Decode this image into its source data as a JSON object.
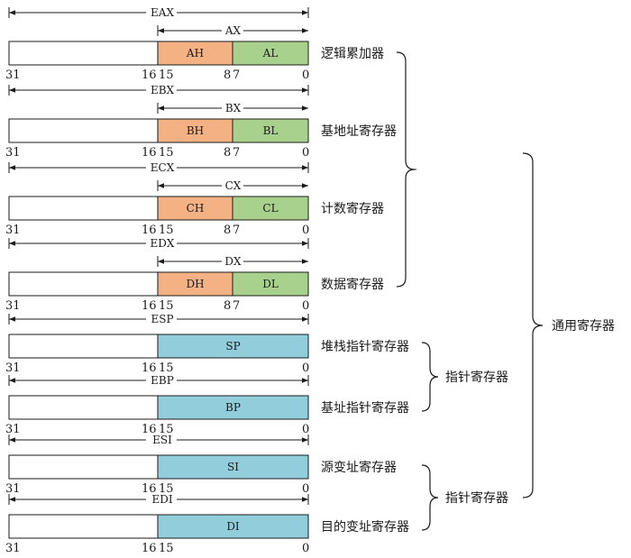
{
  "colors": {
    "high_byte": "#f4b183",
    "low_byte": "#a9d18e",
    "pointer": "#92cddc",
    "upper_word": "#ffffff",
    "stroke": "#1a1a1a"
  },
  "bit_labels": {
    "b31": "31",
    "b16": "16",
    "b15": "15",
    "b8": "8",
    "b7": "7",
    "b0": "0"
  },
  "registers": [
    {
      "id": "eax",
      "name32": "EAX",
      "name16": "AX",
      "high": "AH",
      "low": "AL",
      "desc": "逻辑累加器",
      "split": true
    },
    {
      "id": "ebx",
      "name32": "EBX",
      "name16": "BX",
      "high": "BH",
      "low": "BL",
      "desc": "基地址寄存器",
      "split": true
    },
    {
      "id": "ecx",
      "name32": "ECX",
      "name16": "CX",
      "high": "CH",
      "low": "CL",
      "desc": "计数寄存器",
      "split": true
    },
    {
      "id": "edx",
      "name32": "EDX",
      "name16": "DX",
      "high": "DH",
      "low": "DL",
      "desc": "数据寄存器",
      "split": true
    },
    {
      "id": "esp",
      "name32": "ESP",
      "name16": "SP",
      "desc": "堆栈指针寄存器",
      "split": false
    },
    {
      "id": "ebp",
      "name32": "EBP",
      "name16": "BP",
      "desc": "基址指针寄存器",
      "split": false
    },
    {
      "id": "esi",
      "name32": "ESI",
      "name16": "SI",
      "desc": "源变址寄存器",
      "split": false
    },
    {
      "id": "edi",
      "name32": "EDI",
      "name16": "DI",
      "desc": "目的变址寄存器",
      "split": false
    }
  ],
  "groups": {
    "pointer_group": "指针寄存器",
    "index_group": "指针寄存器",
    "general": "通用寄存器"
  }
}
